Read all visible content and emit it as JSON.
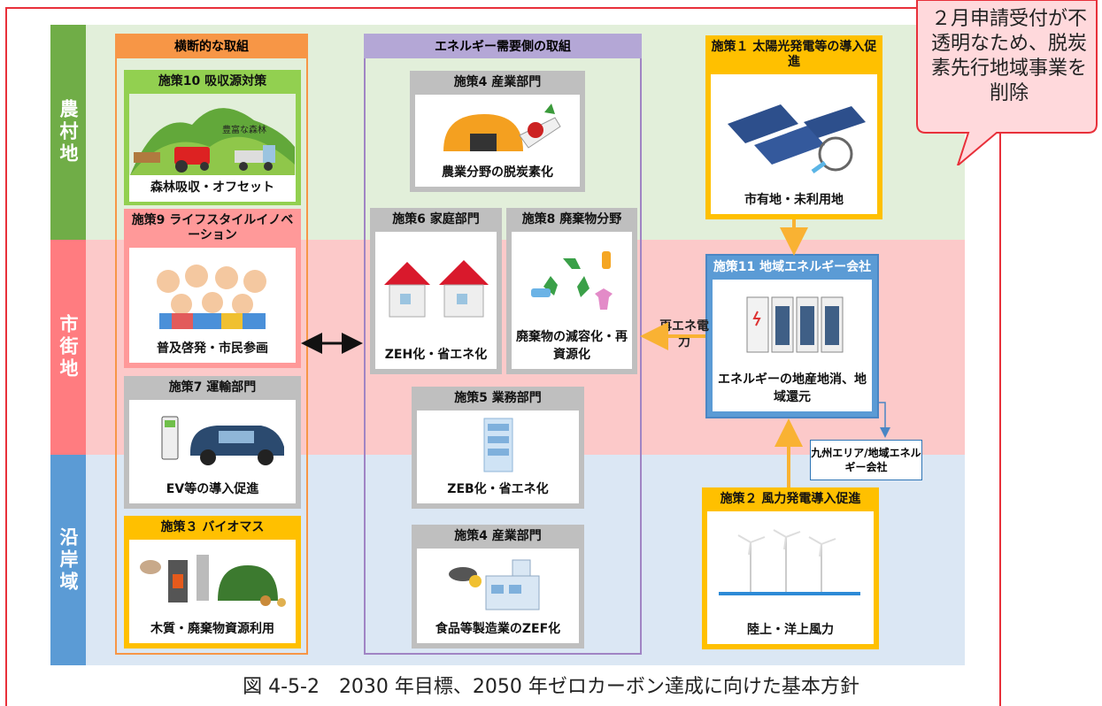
{
  "callout": {
    "text": "２月申請受付が不透明なため、脱炭素先行地域事業を削除"
  },
  "regions": {
    "rural": "農村地",
    "urban": "市街地",
    "coastal": "沿岸域"
  },
  "columns": {
    "cross": "横断的な取組",
    "demand": "エネルギー需要側の取組"
  },
  "cards": {
    "m10": {
      "title": "施策10 吸収源対策",
      "caption": "森林吸収・オフセット",
      "pic_text": "豊富な森林"
    },
    "m9": {
      "title": "施策9 ライフスタイルイノベーション",
      "caption": "普及啓発・市民参画"
    },
    "m7": {
      "title": "施策7 運輸部門",
      "caption": "EV等の導入促進"
    },
    "m3": {
      "title": "施策３ バイオマス",
      "caption": "木質・廃棄物資源利用"
    },
    "m4a": {
      "title": "施策4 産業部門",
      "caption": "農業分野の脱炭素化"
    },
    "m6": {
      "title": "施策6 家庭部門",
      "caption": "ZEH化・省エネ化"
    },
    "m8": {
      "title": "施策8 廃棄物分野",
      "caption": "廃棄物の減容化・再資源化"
    },
    "m5": {
      "title": "施策5 業務部門",
      "caption": "ZEB化・省エネ化"
    },
    "m4b": {
      "title": "施策4 産業部門",
      "caption": "食品等製造業のZEF化"
    },
    "m1": {
      "title": "施策１ 太陽光発電等の導入促進",
      "caption": "市有地・未利用地"
    },
    "m11": {
      "title": "施策11 地域エネルギー会社",
      "caption": "エネルギーの地産地消、地域還元"
    },
    "m2": {
      "title": "施策２ 風力発電導入促進",
      "caption": "陸上・洋上風力"
    }
  },
  "flow_label": "再エネ電力",
  "kyushu": "九州エリア/地域エネルギー会社",
  "figure_caption": "図 4-5-2　2030 年目標、2050 年ゼロカーボン達成に向けた基本方針"
}
